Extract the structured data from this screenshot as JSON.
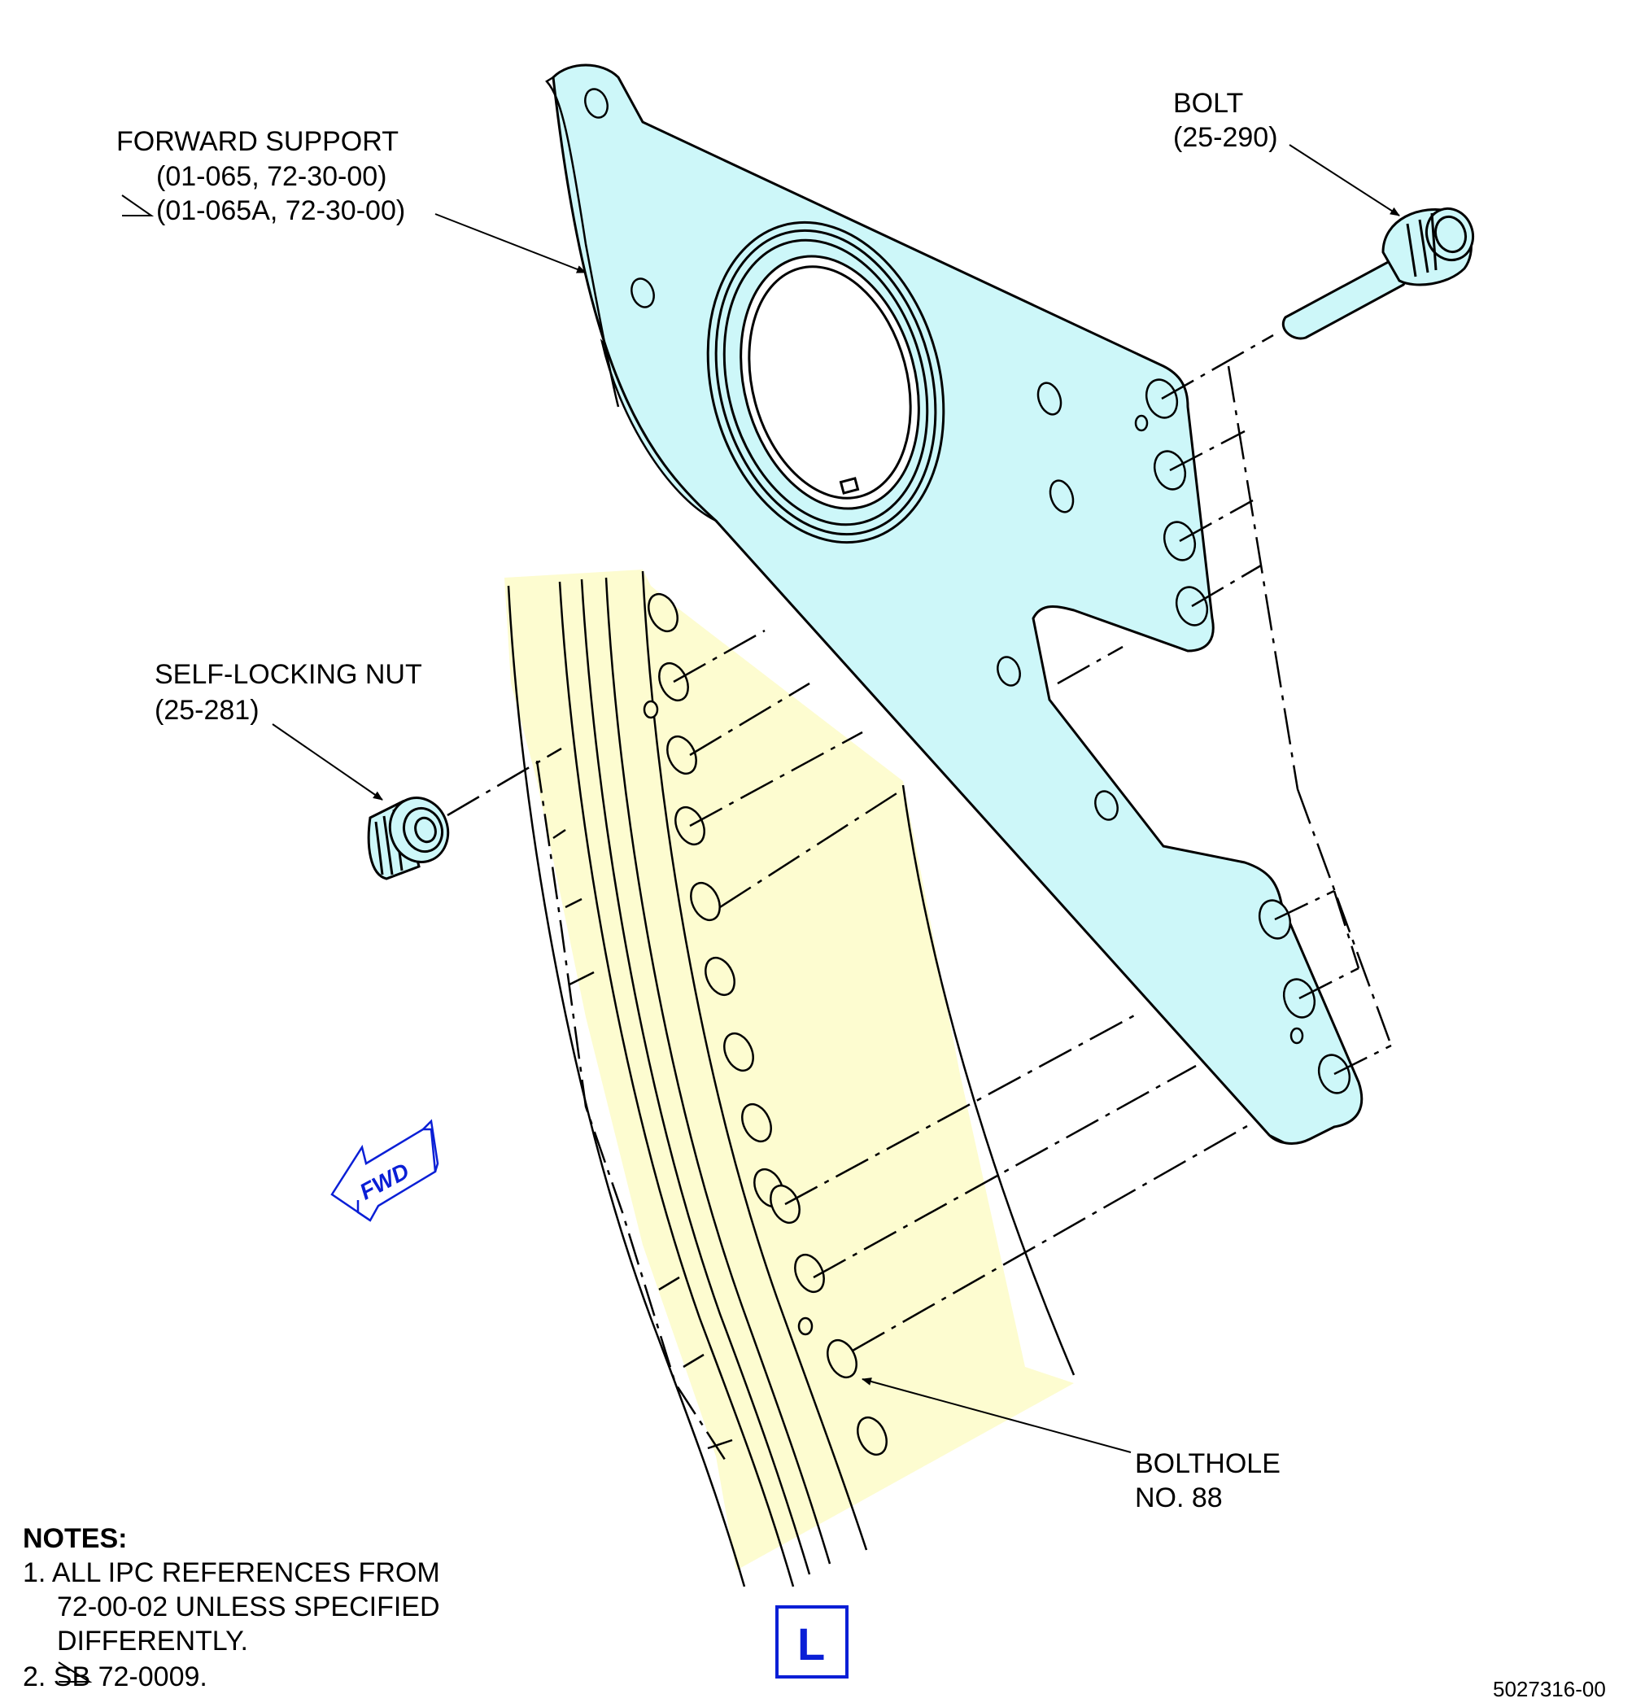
{
  "callouts": {
    "forward_support": {
      "name": "FORWARD SUPPORT",
      "ref1": "(01-065, 72-30-00)",
      "ref2": "(01-065A, 72-30-00)"
    },
    "bolt": {
      "name": "BOLT",
      "ref": "(25-290)"
    },
    "nut": {
      "name": "SELF-LOCKING NUT",
      "ref": "(25-281)"
    },
    "bolthole": {
      "line1": "BOLTHOLE",
      "line2": "NO. 88"
    }
  },
  "notes": {
    "title": "NOTES:",
    "item1_line1": "1. ALL IPC REFERENCES FROM",
    "item1_line2": "72-00-02 UNLESS SPECIFIED",
    "item1_line3": "DIFFERENTLY.",
    "item2": "2.    SB 72-0009."
  },
  "direction_arrow": {
    "label": "FWD"
  },
  "side_marker": {
    "label": "L"
  },
  "figure_number": "5027316-00",
  "colors": {
    "support_fill": "#cdf7f9",
    "case_fill": "#fdfcd0",
    "marker_blue": "#0a1fd6",
    "line": "#000000"
  }
}
